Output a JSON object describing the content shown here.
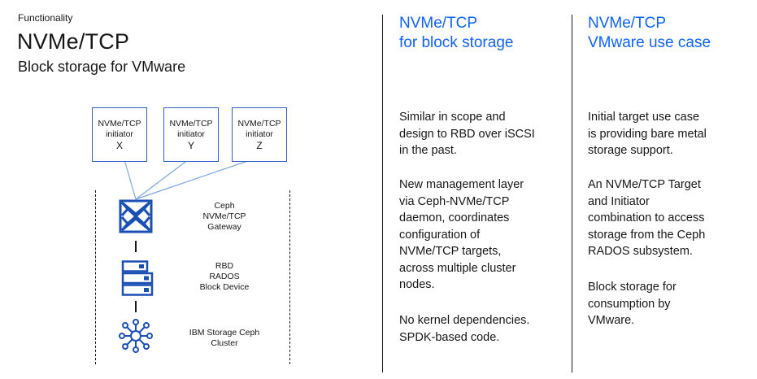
{
  "header": {
    "eyebrow": "Functionality",
    "title": "NVMe/TCP",
    "subtitle": "Block storage for VMware"
  },
  "diagram": {
    "initiators": [
      {
        "line1": "NVMe/TCP",
        "line2": "initiator",
        "letter": "X"
      },
      {
        "line1": "NVMe/TCP",
        "line2": "initiator",
        "letter": "Y"
      },
      {
        "line1": "NVMe/TCP",
        "line2": "initiator",
        "letter": "Z"
      }
    ],
    "layers": [
      {
        "icon": "gateway-icon",
        "lines": [
          "Ceph",
          "NVMe/TCP",
          "Gateway"
        ]
      },
      {
        "icon": "server-stack-icon",
        "lines": [
          "RBD",
          "RADOS",
          "Block Device"
        ]
      },
      {
        "icon": "cluster-network-icon",
        "lines": [
          "IBM Storage Ceph",
          "Cluster"
        ]
      }
    ],
    "colors": {
      "box_border": "#2d5fc4",
      "icon": "#1a4fb4",
      "line": "#7fa6e0"
    }
  },
  "columns": [
    {
      "title_lines": [
        "NVMe/TCP",
        "for block storage"
      ],
      "paragraphs": [
        [
          "Similar in scope and",
          "design to RBD over iSCSI",
          "in the past."
        ],
        [
          "New management layer",
          "via Ceph-NVMe/TCP",
          "daemon, coordinates",
          "configuration of",
          "NVMe/TCP targets,",
          "across multiple cluster",
          "nodes."
        ],
        [
          "No kernel dependencies.",
          "SPDK-based code."
        ]
      ]
    },
    {
      "title_lines": [
        "NVMe/TCP",
        "VMware use case"
      ],
      "paragraphs": [
        [
          "Initial target use case",
          "is providing bare metal",
          "storage support."
        ],
        [
          "An NVMe/TCP Target",
          "and Initiator",
          "combination to access",
          "storage from the Ceph",
          "RADOS subsystem."
        ],
        [
          "Block storage for",
          "consumption by",
          "VMware."
        ]
      ]
    }
  ],
  "theme": {
    "accent": "#0f62fe",
    "text": "#161616"
  }
}
